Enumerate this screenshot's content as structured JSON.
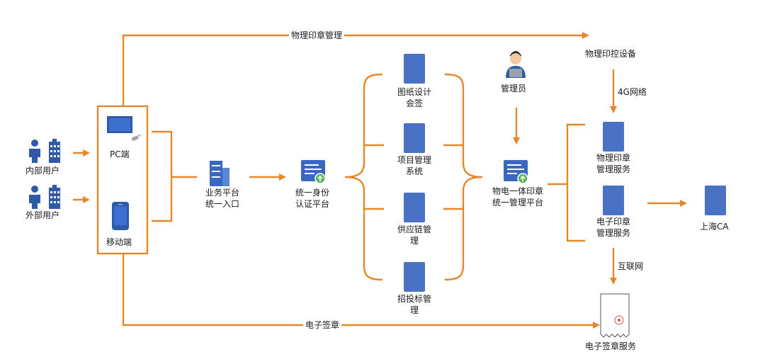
{
  "colors": {
    "accent_orange": "#e5872c",
    "node_blue": "#4a72c4",
    "stamp_red": "#d9534f"
  },
  "top_flow": {
    "label": "物理印章管理"
  },
  "bottom_flow": {
    "label": "电子签章"
  },
  "users": {
    "internal": "内部用户",
    "external": "外部用户"
  },
  "terminals": {
    "pc": "PC端",
    "mobile": "移动端"
  },
  "entry": {
    "label": "业务平台\n统一入口"
  },
  "auth": {
    "label": "统一身份\n认证平台"
  },
  "systems": [
    {
      "label": "图纸设计\n会签"
    },
    {
      "label": "项目管理\n系统"
    },
    {
      "label": "供应链管\n理"
    },
    {
      "label": "招投标管\n理"
    }
  ],
  "admin": {
    "label": "管理员"
  },
  "platform": {
    "label": "物电一体印章\n统一管理平台"
  },
  "device": {
    "label": "物理印控设备"
  },
  "network_4g": {
    "label": "4G网络"
  },
  "physical_service": {
    "label": "物理印章\n管理服务"
  },
  "electronic_service": {
    "label": "电子印章\n管理服务"
  },
  "shanghai_ca": {
    "label": "上海CA"
  },
  "internet": {
    "label": "互联网"
  },
  "esign_service": {
    "label": "电子签章服务"
  },
  "icons": [
    "person-icon",
    "building-icon",
    "monitor-icon",
    "usb-key-icon",
    "phone-icon",
    "server-icon",
    "certificate-icon",
    "admin-icon",
    "document-icon",
    "stamped-paper-icon"
  ]
}
